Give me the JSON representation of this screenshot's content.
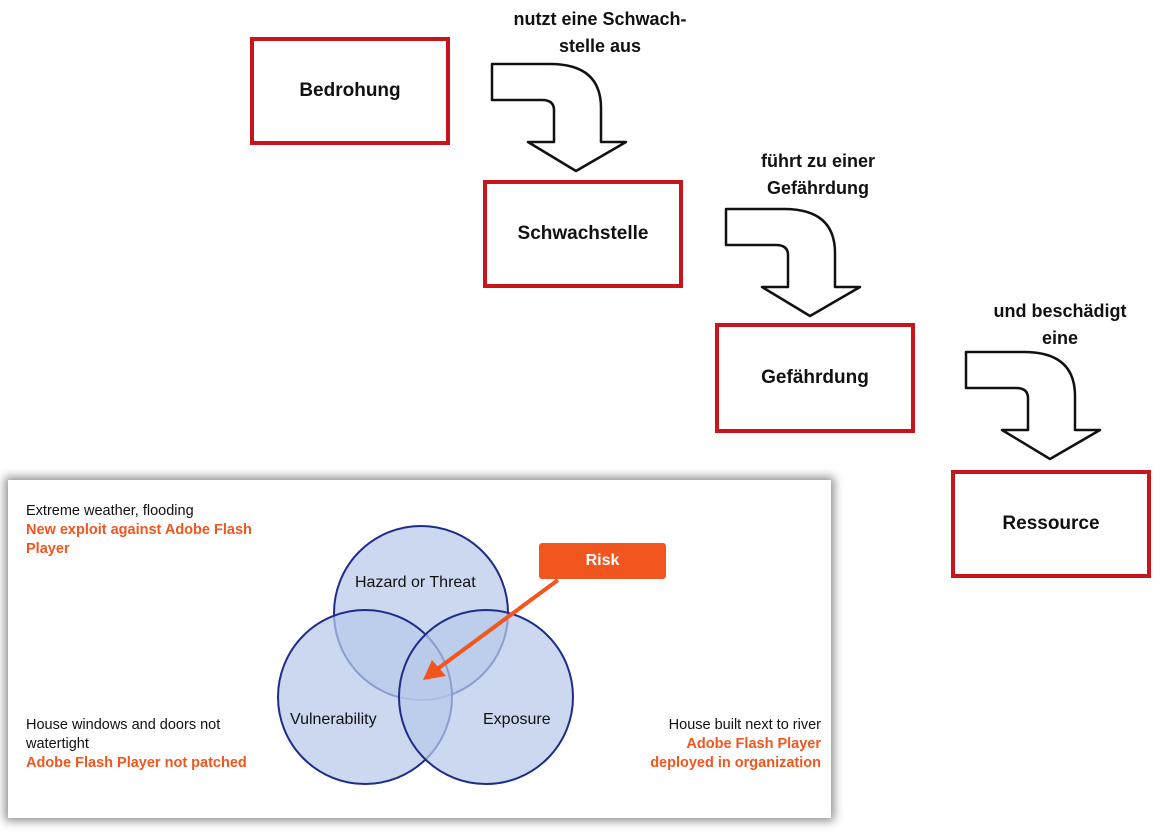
{
  "flow": {
    "boxes": {
      "threat": "Bedrohung",
      "vulnerability": "Schwachstelle",
      "hazard": "Gefährdung",
      "resource": "Ressource"
    },
    "arrows": {
      "exploits_line1": "nutzt eine Schwach-",
      "exploits_line2": "stelle aus",
      "leads_line1": "führt zu einer",
      "leads_line2": "Gefährdung",
      "damages_line1": "und beschädigt",
      "damages_line2": "eine"
    }
  },
  "venn": {
    "circles": {
      "hazard": "Hazard or Threat",
      "vulnerability": "Vulnerability",
      "exposure": "Exposure"
    },
    "risk_label": "Risk",
    "notes": {
      "hazard_plain": "Extreme weather, flooding",
      "hazard_orange": "New exploit against Adobe Flash Player",
      "vuln_plain": "House windows and doors not watertight",
      "vuln_orange": "Adobe Flash Player not patched",
      "exposure_plain": "House built next to river",
      "exposure_orange": "Adobe Flash Player deployed in organization"
    },
    "colors": {
      "accent": "#f0561e",
      "circle_fill": "#b7c9ea",
      "circle_stroke": "#1f2d8a"
    }
  },
  "colors": {
    "box_border": "#c8151b"
  }
}
